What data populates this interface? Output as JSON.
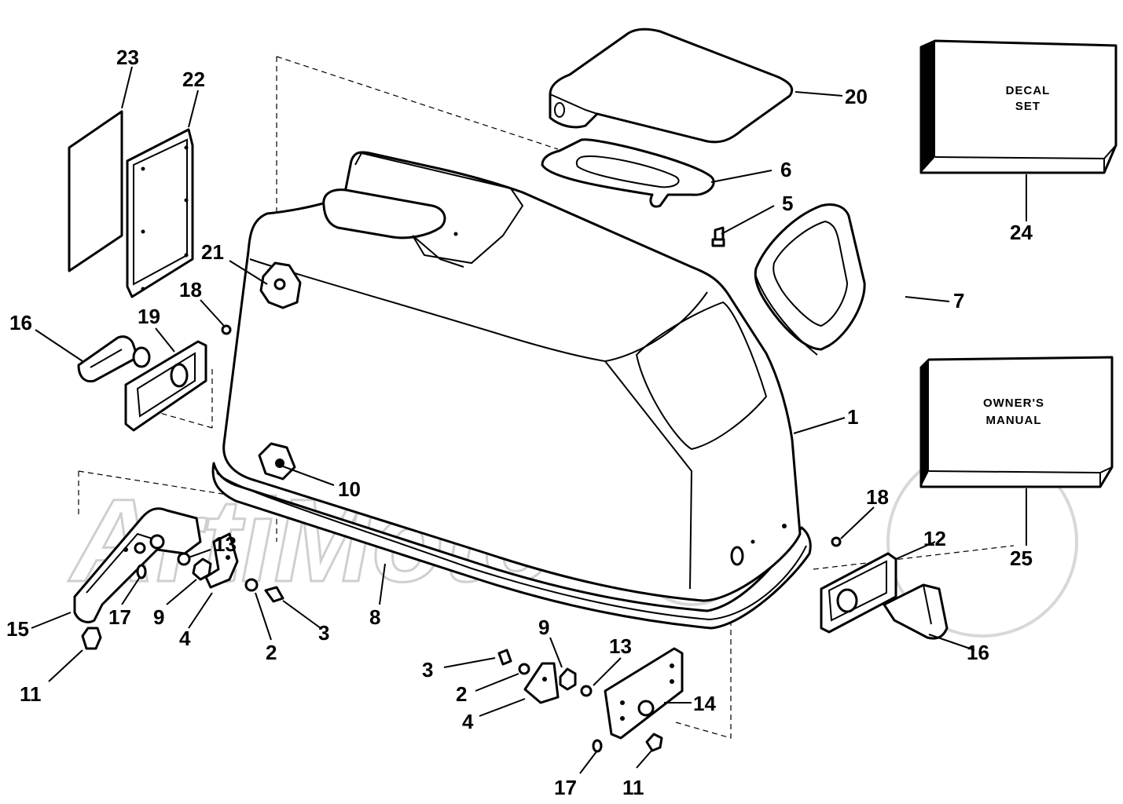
{
  "watermark": "ArtiMoto",
  "boxes": {
    "decal_set": [
      "DECAL",
      "SET"
    ],
    "owners_manual": [
      "OWNER'S",
      "MANUAL"
    ]
  },
  "callouts": {
    "c1": "1",
    "c2a": "2",
    "c2b": "2",
    "c3a": "3",
    "c3b": "3",
    "c4a": "4",
    "c4b": "4",
    "c5": "5",
    "c6": "6",
    "c7": "7",
    "c8": "8",
    "c9a": "9",
    "c9b": "9",
    "c10": "10",
    "c11a": "11",
    "c11b": "11",
    "c12": "12",
    "c13a": "13",
    "c13b": "13",
    "c14": "14",
    "c15": "15",
    "c16a": "16",
    "c16b": "16",
    "c17a": "17",
    "c17b": "17",
    "c18a": "18",
    "c18b": "18",
    "c19": "19",
    "c20": "20",
    "c21": "21",
    "c22": "22",
    "c23": "23",
    "c24": "24",
    "c25": "25"
  },
  "colors": {
    "ink": "#000000",
    "paper": "#ffffff",
    "watermark": "#cfcfcf"
  }
}
